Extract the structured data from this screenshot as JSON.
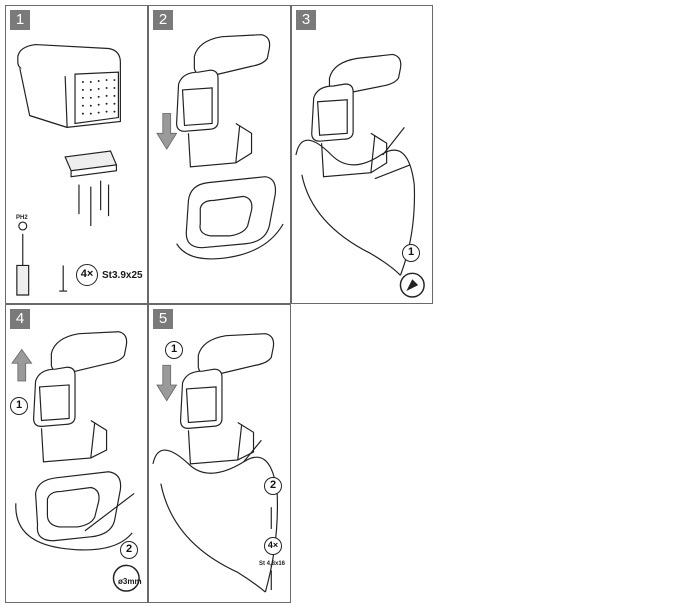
{
  "steps": [
    {
      "number": "1",
      "qty": "4×",
      "screw_spec": "St3.9x25",
      "driver_label": "PH2"
    },
    {
      "number": "2"
    },
    {
      "number": "3",
      "callout": "1"
    },
    {
      "number": "4",
      "callout_1": "1",
      "callout_2": "2",
      "drill_size": "ø3mm"
    },
    {
      "number": "5",
      "callout_1": "1",
      "callout_2": "2",
      "qty": "4×",
      "screw_spec": "St 4,8x16"
    }
  ],
  "colors": {
    "stroke": "#222222",
    "arrow": "#9a9a9a",
    "badge": "#7a7a7a",
    "frame": "#6a6a6a"
  }
}
